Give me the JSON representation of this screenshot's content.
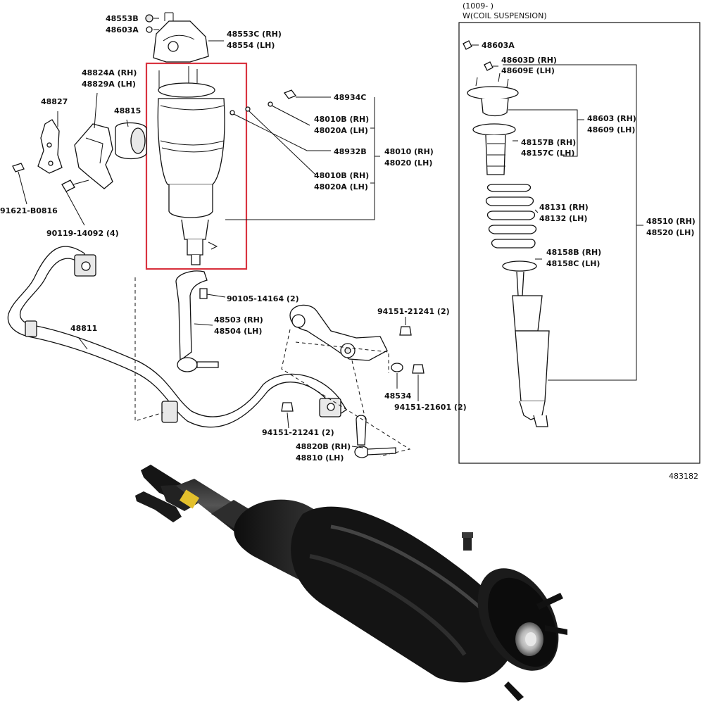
{
  "diagram": {
    "header_line1": "(1009-      )",
    "header_line2": "W(COIL SUSPENSION)",
    "diagram_number": "483182",
    "highlight_color": "#d9333f",
    "labels": {
      "p48553B": "48553B",
      "p48603A_top": "48603A",
      "p48553C": "48553C (RH)",
      "p48554": "48554 (LH)",
      "p48824A": "48824A (RH)",
      "p48829A": "48829A (LH)",
      "p48827": "48827",
      "p48815": "48815",
      "p48934C": "48934C",
      "p48010B_1": "48010B (RH)",
      "p48020A_1": "48020A (LH)",
      "p48932B": "48932B",
      "p48010": "48010 (RH)",
      "p48020": "48020 (LH)",
      "p48010B_2": "48010B (RH)",
      "p48020A_2": "48020A (LH)",
      "p91621": "91621-B0816",
      "p90119": "90119-14092 (4)",
      "p90105": "90105-14164 (2)",
      "p48503": "48503 (RH)",
      "p48504": "48504 (LH)",
      "p48811": "48811",
      "p94151_a": "94151-21241 (2)",
      "p48534": "48534",
      "p94151_b": "94151-21601 (2)",
      "p94151_c": "94151-21241 (2)",
      "p48820B": "48820B (RH)",
      "p48810": "48810 (LH)",
      "p48603A_r": "48603A",
      "p48603D": "48603D (RH)",
      "p48609E": "48609E (LH)",
      "p48603": "48603 (RH)",
      "p48609": "48609 (LH)",
      "p48157B": "48157B (RH)",
      "p48157C": "48157C (LH)",
      "p48131": "48131 (RH)",
      "p48132": "48132 (LH)",
      "p48510": "48510 (RH)",
      "p48520": "48520 (LH)",
      "p48158B": "48158B (RH)",
      "p48158C": "48158C (LH)"
    }
  }
}
